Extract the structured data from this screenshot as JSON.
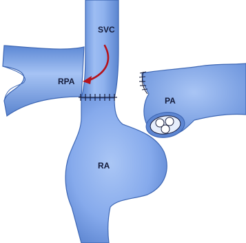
{
  "labels": {
    "svc": "SVC",
    "rpa": "RPA",
    "pa": "PA",
    "ra": "RA"
  },
  "colors": {
    "vessel_fill": "#7fa8ec",
    "vessel_light": "#b7cff6",
    "vessel_dark": "#4f7cc9",
    "outline": "#3e67b4",
    "arrow": "#b5121b",
    "suture": "#1a1f3d",
    "valve_fill": "#e6eefc"
  },
  "icons": {
    "flow_arrow": "curved-arrow-icon",
    "suture_line": "suture-stitches",
    "pulmonary_valve": "valve-leaflets"
  }
}
